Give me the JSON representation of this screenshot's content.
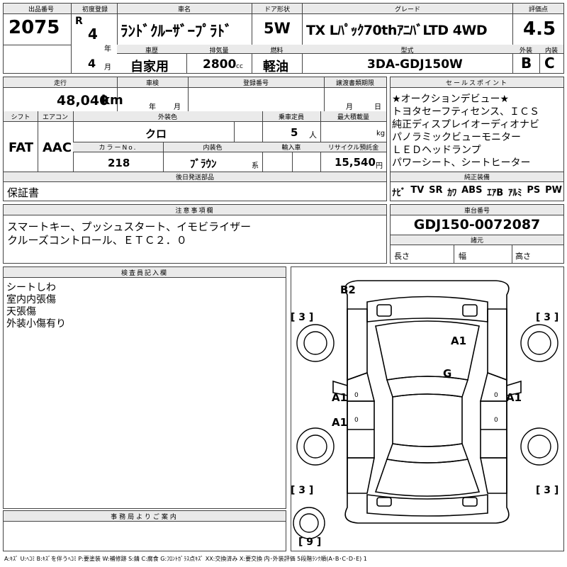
{
  "top": {
    "lot_label": "出品番号",
    "lot": "2075",
    "first_reg_label": "初度登録",
    "era": "R",
    "year": "4",
    "year_unit": "年",
    "month": "4",
    "month_unit": "月",
    "car_name_label": "車名",
    "car_name": "ﾗﾝﾄﾞｸﾙｰｻﾞｰﾌﾟﾗﾄﾞ",
    "door_label": "ドア形状",
    "door": "5W",
    "grade_label": "グレード",
    "grade": "TX Lﾊﾟｯｸ70thｱﾆﾊﾞLTD 4WD",
    "score_label": "評価点",
    "score": "4.5",
    "history_label": "車歴",
    "history": "自家用",
    "displacement_label": "排気量",
    "displacement": "2800",
    "displacement_unit": "cc",
    "fuel_label": "燃料",
    "fuel": "軽油",
    "model_label": "型式",
    "model": "3DA-GDJ150W",
    "exterior_label": "外装",
    "exterior": "B",
    "interior_label": "内装",
    "interior": "C"
  },
  "mid": {
    "mileage_label": "走行",
    "mileage": "48,040",
    "mileage_unit": "km",
    "inspection_label": "車検",
    "inspection_year": "年",
    "inspection_month": "月",
    "reg_no_label": "登録番号",
    "transfer_label": "譲渡書類期限",
    "transfer_month": "月",
    "transfer_day": "日",
    "shift_label": "シフト",
    "shift": "FAT",
    "ac_label": "エアコン",
    "ac": "AAC",
    "ext_color_label": "外装色",
    "ext_color": "クロ",
    "capacity_label": "乗車定員",
    "capacity": "5",
    "capacity_unit": "人",
    "max_load_label": "最大積載量",
    "max_load_unit": "kg",
    "color_no_label": "カラーNo.",
    "color_no": "218",
    "int_color_label": "内装色",
    "int_color": "ﾌﾞﾗｳﾝ",
    "int_color_unit": "系",
    "import_label": "輸入車",
    "recycle_label": "リサイクル預託金",
    "recycle": "15,540",
    "recycle_unit": "円",
    "later_parts_label": "後日発送部品",
    "later_parts": "保証書"
  },
  "sales": {
    "label": "セールスポイント",
    "lines": [
      "★オークションデビュー★",
      "トヨタセーフティセンス、ＩＣＳ",
      "純正ディスプレイオーディオナビ",
      "パノラミックビューモニター",
      "ＬＥＤヘッドランプ",
      "パワーシート、シートヒーター"
    ],
    "equip_label": "純正装備",
    "equip": [
      "ﾅﾋﾞ",
      "TV",
      "SR",
      "ｶﾜ",
      "ABS",
      "ｴｱB",
      "ｱﾙﾐ",
      "PS",
      "PW"
    ]
  },
  "notes": {
    "label": "注意事項欄",
    "lines": [
      "スマートキー、プッシュスタート、イモビライザー",
      "クルーズコントロール、ＥＴＣ２．０"
    ]
  },
  "chassis": {
    "label": "車台番号",
    "value": "GDJ150-0072087",
    "specs_label": "諸元",
    "length_label": "長さ",
    "width_label": "幅",
    "height_label": "高さ"
  },
  "inspector": {
    "label": "検査員記入欄",
    "lines": [
      "シートしわ",
      "室内内張傷",
      "天張傷",
      "外装小傷有り"
    ]
  },
  "office": {
    "label": "事務局よりご案内"
  },
  "diagram": {
    "b2": "B2",
    "a1_hood": "A1",
    "g": "G",
    "a1_left_front": "A1",
    "a1_left_rear": "A1",
    "a1_right": "A1",
    "tread_fl": "[ 3 ]",
    "tread_fr": "[ 3 ]",
    "tread_rl": "[ 3 ]",
    "tread_rr": "[ 3 ]",
    "spare": "[ 9 ]",
    "zero_l1": "0",
    "zero_l2": "0",
    "zero_r1": "0",
    "zero_r2": "0"
  },
  "legend": "A:ｷｽﾞ U:ﾍｺﾐ B:ｷｽﾞを伴うﾍｺﾐ P:要塗装 W:補修跡 S:錆 C:腐食 G:ﾌﾛﾝﾄｶﾞﾗｽ点ｷｽﾞ XX:交換済み X:要交換 内･外装評価 5段階ﾗﾝｸ順(A･B･C･D･E) 1"
}
